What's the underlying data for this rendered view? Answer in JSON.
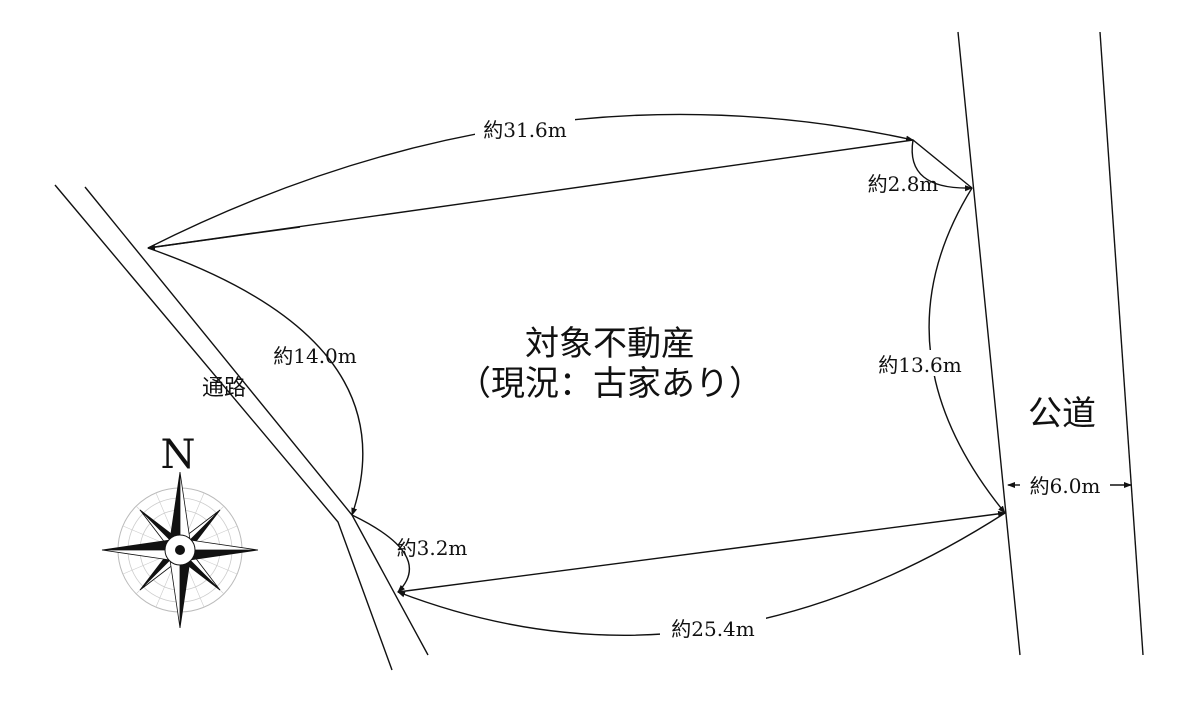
{
  "title": {
    "line1": "対象不動産",
    "line2": "（現況：古家あり）"
  },
  "road_labels": {
    "public_road": "公道",
    "passage": "通路"
  },
  "dimensions": {
    "top": "約31.6m",
    "top_right": "約2.8m",
    "right": "約13.6m",
    "bottom": "約25.4m",
    "bottom_left": "約3.2m",
    "left": "約14.0m",
    "road_width": "約6.0m"
  },
  "compass": {
    "north_label": "N"
  },
  "colors": {
    "line": "#111111",
    "compass_grid": "#bbbbbb"
  }
}
